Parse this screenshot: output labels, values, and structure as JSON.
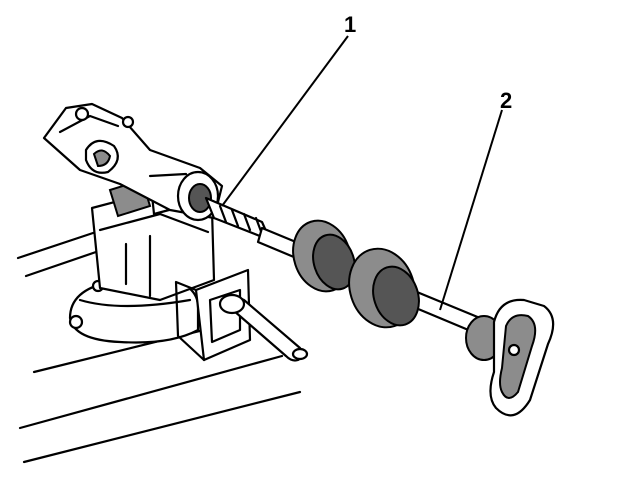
{
  "callouts": [
    {
      "id": "1",
      "label": "1"
    },
    {
      "id": "2",
      "label": "2"
    }
  ],
  "colors": {
    "ink": "#000000",
    "shade": "#8c8c8c",
    "background": "#ffffff"
  }
}
